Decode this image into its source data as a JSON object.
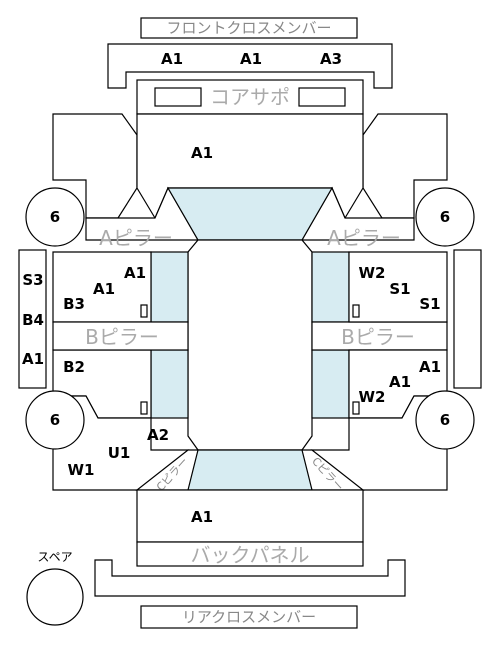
{
  "parts": {
    "front_cross_member": "フロントクロスメンバー",
    "core_support": "コアサポ",
    "a_pillar_left": "Aピラー",
    "a_pillar_right": "Aピラー",
    "b_pillar_left": "Bピラー",
    "b_pillar_right": "Bピラー",
    "c_pillar_left": "Cピラー",
    "c_pillar_right": "Cピラー",
    "back_panel": "バックパネル",
    "rear_cross_member": "リアクロスメンバー",
    "spare": "スペア"
  },
  "front_cross": {
    "left": "A1",
    "center": "A1",
    "right": "A3"
  },
  "hood": "A1",
  "wheels": {
    "front_left": "6",
    "front_right": "6",
    "rear_left": "6",
    "rear_right": "6"
  },
  "left_panel": {
    "top": "S3",
    "middle": "B4",
    "bottom": "A1"
  },
  "left_front_door": {
    "a": "A1",
    "b": "A1",
    "c": "B3"
  },
  "left_rear_door": {
    "a": "B2"
  },
  "left_rear_quarter": {
    "a": "A2",
    "b": "U1",
    "c": "W1"
  },
  "right_front_door": {
    "a": "W2",
    "b": "S1",
    "c": "S1"
  },
  "right_rear_door": {
    "a": "A1",
    "b": "A1",
    "c": "W2"
  },
  "trunk": "A1",
  "colors": {
    "glass": "#d7ecf2",
    "line": "#000000",
    "label_gray": "#888888"
  }
}
